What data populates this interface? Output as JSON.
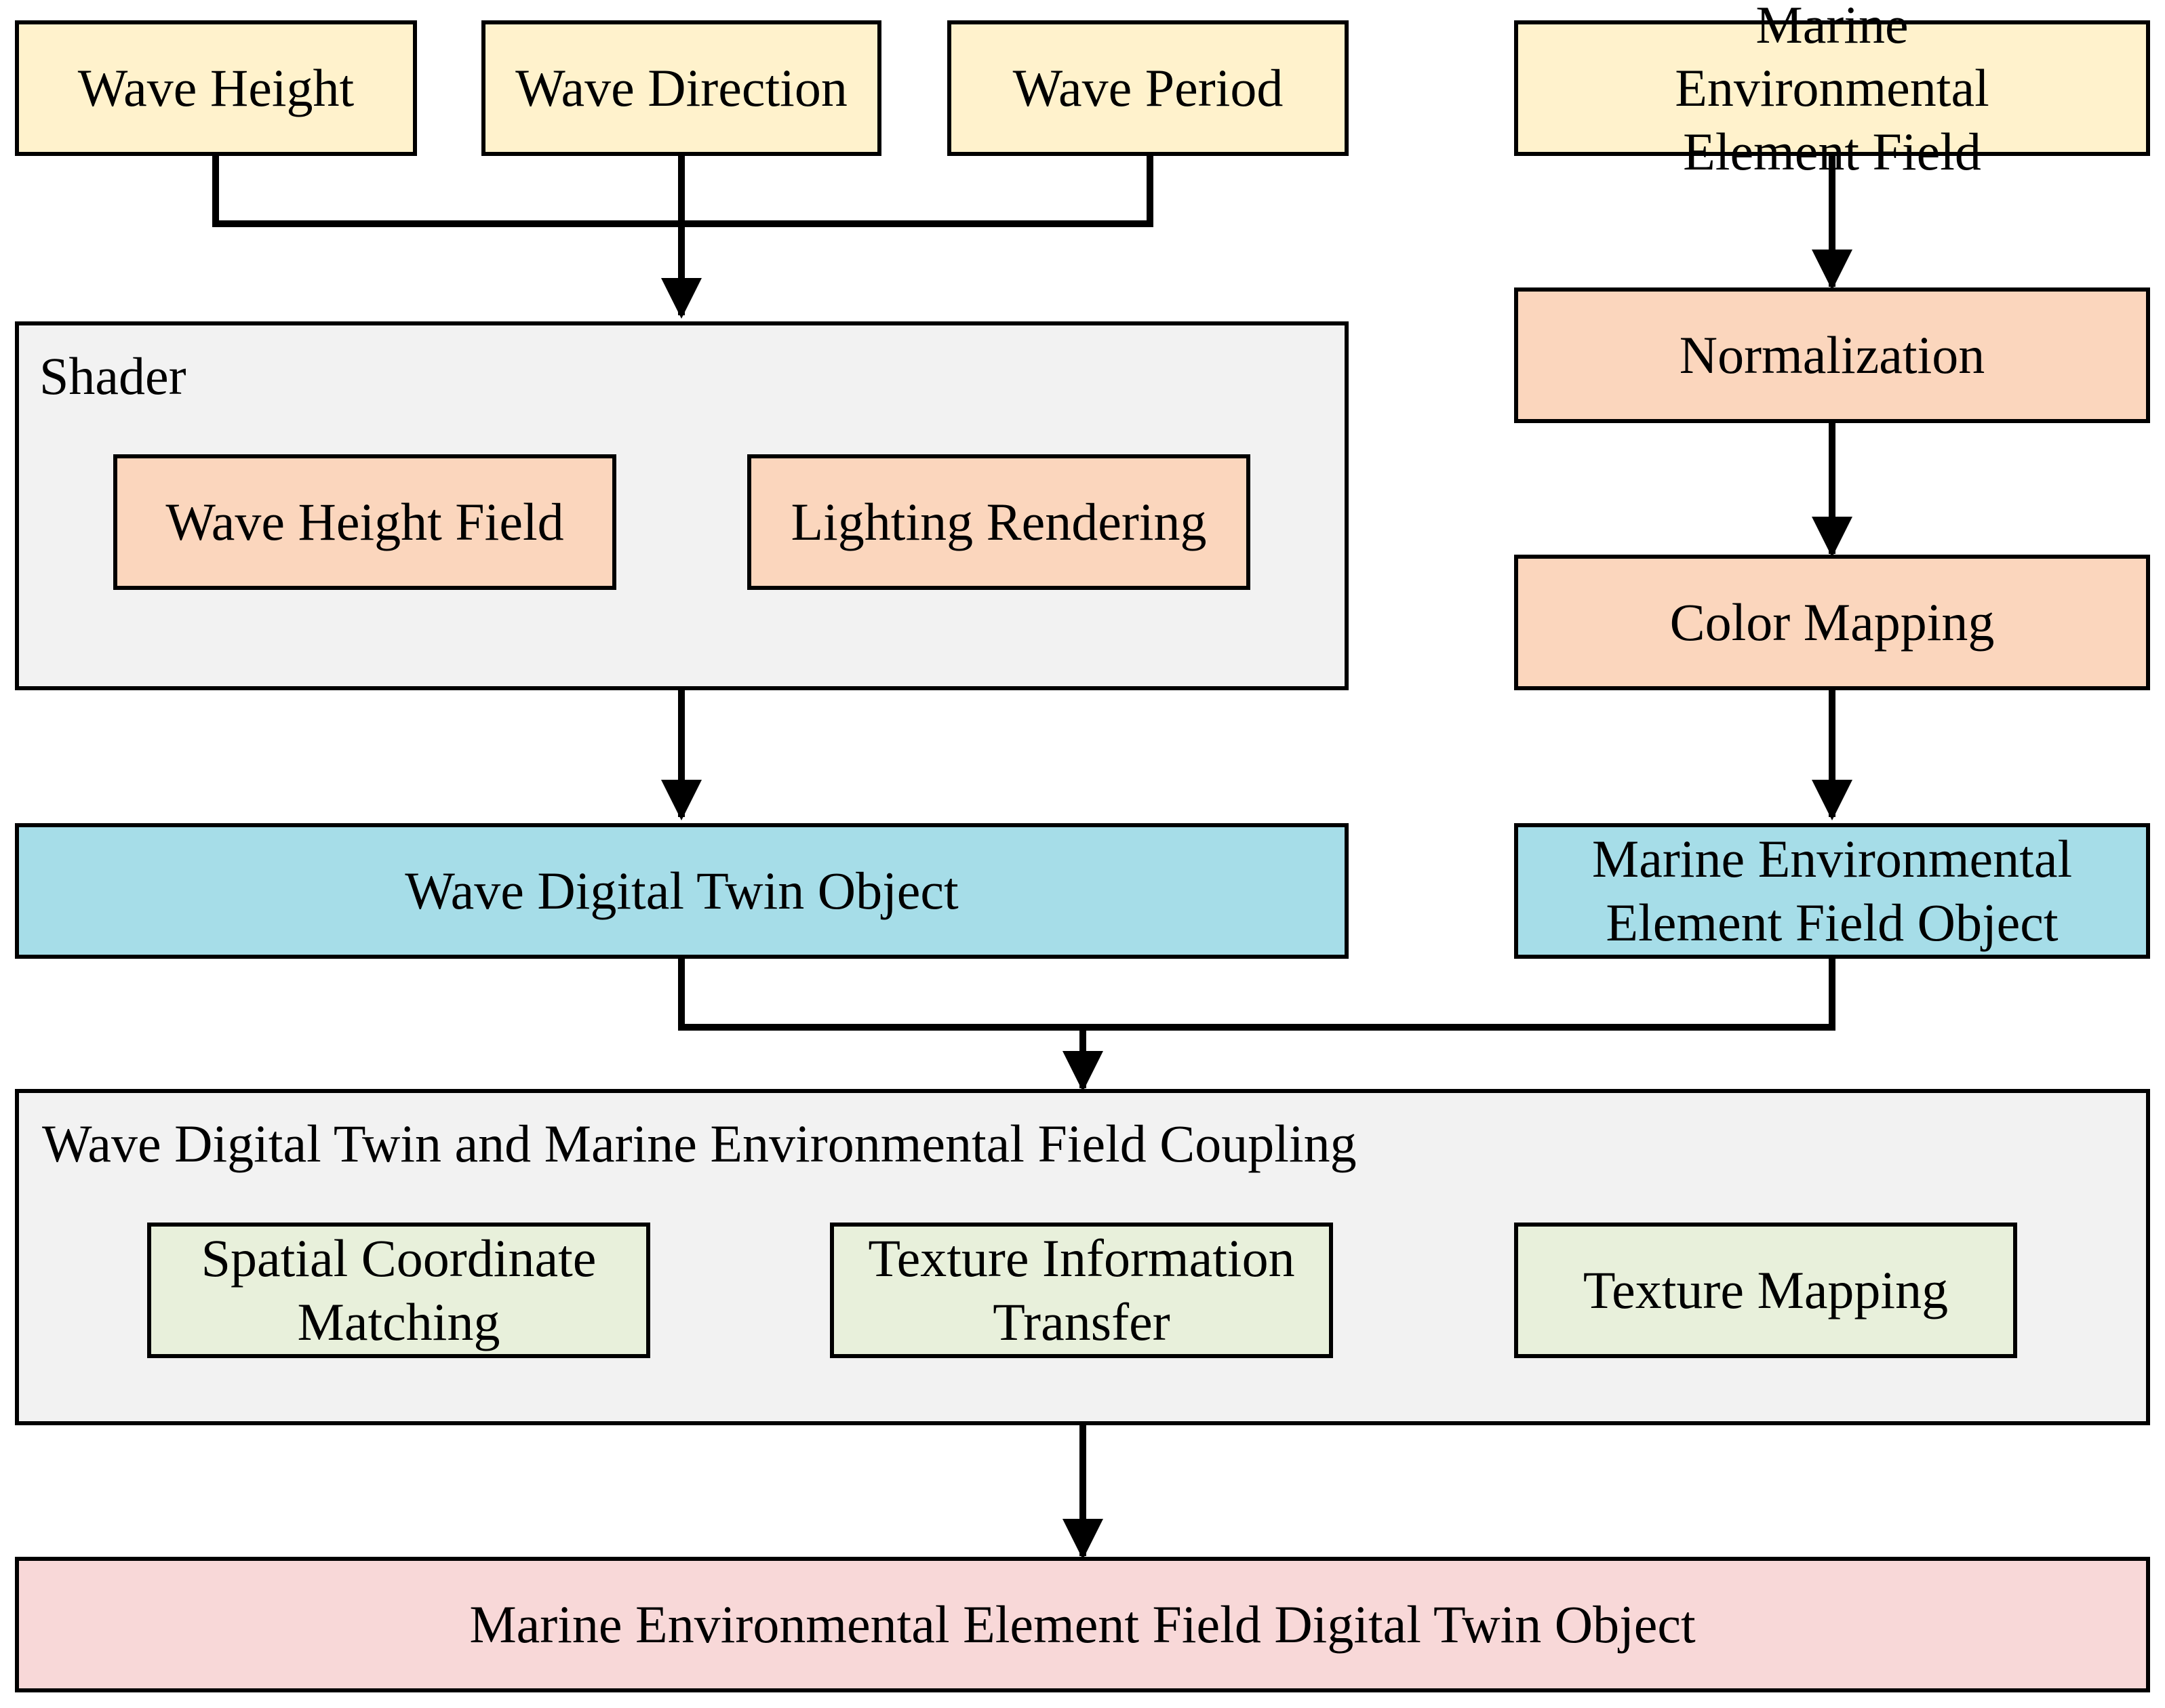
{
  "inputs": {
    "wave_height": "Wave Height",
    "wave_direction": "Wave Direction",
    "wave_period": "Wave Period",
    "marine_field": "Marine Environmental Element Field"
  },
  "shader": {
    "title": "Shader",
    "wave_height_field": "Wave Height Field",
    "lighting_rendering": "Lighting Rendering"
  },
  "marine_pipeline": {
    "normalization": "Normalization",
    "color_mapping": "Color Mapping"
  },
  "objects": {
    "wave_twin": "Wave Digital Twin Object",
    "marine_field_object": "Marine Environmental Element Field Object"
  },
  "coupling": {
    "title": "Wave Digital Twin and Marine Environmental Field Coupling",
    "spatial_matching": "Spatial Coordinate Matching",
    "texture_transfer": "Texture Information Transfer",
    "texture_mapping": "Texture Mapping"
  },
  "output": {
    "final_object": "Marine Environmental Element Field Digital Twin Object"
  },
  "colors": {
    "input": "#fff2cc",
    "process": "#fbd6bd",
    "object": "#a6dde8",
    "coupling": "#e8f0db",
    "final": "#f8d8d8",
    "group": "#f2f2f2"
  }
}
